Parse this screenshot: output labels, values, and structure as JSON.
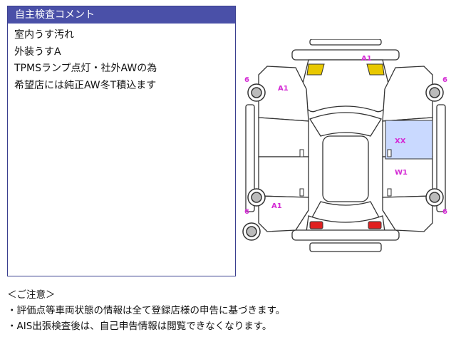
{
  "comments": {
    "header": "自主検査コメント",
    "lines": [
      "室内うす汚れ",
      "外装うすA",
      "TPMSランプ点灯・社外AWの為",
      "希望店には純正AW冬T積込ます"
    ]
  },
  "diagram": {
    "marks": {
      "top_center": "A1",
      "left_front_panel": "A1",
      "left_rear_panel": "A1",
      "right_front_door": "XX",
      "right_rear_door": "W1",
      "wheel_front_left": "6",
      "wheel_front_right": "6",
      "wheel_rear_left": "6",
      "wheel_rear_right": "6"
    },
    "colors": {
      "mark_text": "#d42bd4",
      "headlight": "#e8c800",
      "taillight": "#e02020",
      "damage_fill": "#c9d9ff",
      "outline": "#333333"
    }
  },
  "notes": {
    "title": "＜ご注意＞",
    "lines": [
      "・評価点等車両状態の情報は全て登録店様の申告に基づきます。",
      "・AIS出張検査後は、自己申告情報は閲覧できなくなります。"
    ]
  }
}
